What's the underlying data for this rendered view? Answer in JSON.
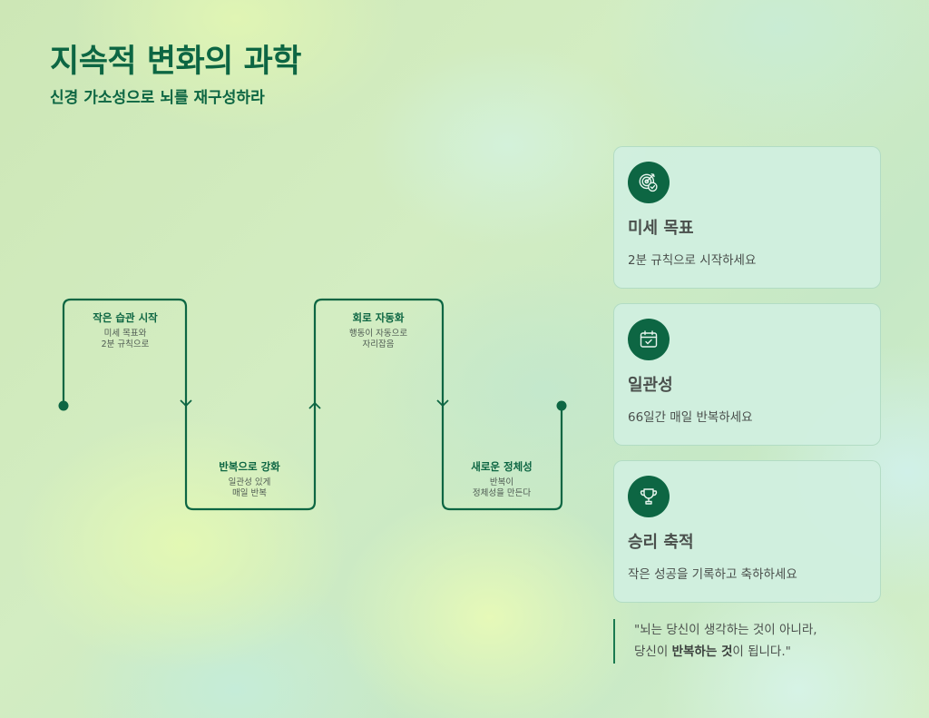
{
  "header": {
    "title": "지속적 변화의 과학",
    "subtitle": "신경 가소성으로 뇌를 재구성하라"
  },
  "flow": {
    "steps": [
      {
        "title": "작은 습관 시작",
        "desc": "미세 목표와\n2분 규칙으로",
        "position": "top"
      },
      {
        "title": "반복으로 강화",
        "desc": "일관성 있게\n매일 반복",
        "position": "bottom"
      },
      {
        "title": "회로 자동화",
        "desc": "행동이 자동으로\n자리잡음",
        "position": "top"
      },
      {
        "title": "새로운 정체성",
        "desc": "반복이\n정체성을 만든다",
        "position": "bottom"
      }
    ],
    "line_color": "#0d6643"
  },
  "cards": [
    {
      "icon": "target-check-icon",
      "title": "미세 목표",
      "desc": "2분 규칙으로 시작하세요"
    },
    {
      "icon": "calendar-check-icon",
      "title": "일관성",
      "desc": "66일간 매일 반복하세요"
    },
    {
      "icon": "trophy-icon",
      "title": "승리 축적",
      "desc": "작은 성공을 기록하고 축하하세요"
    }
  ],
  "quote": {
    "line1": "\"뇌는 당신이 생각하는 것이 아니라,",
    "line2_pre": "당신이 ",
    "line2_bold": "반복하는 것",
    "line2_post": "이 됩니다.\""
  },
  "colors": {
    "accent": "#0d6643",
    "card_bg": "#d0efe0",
    "text": "#4a4f4c"
  }
}
